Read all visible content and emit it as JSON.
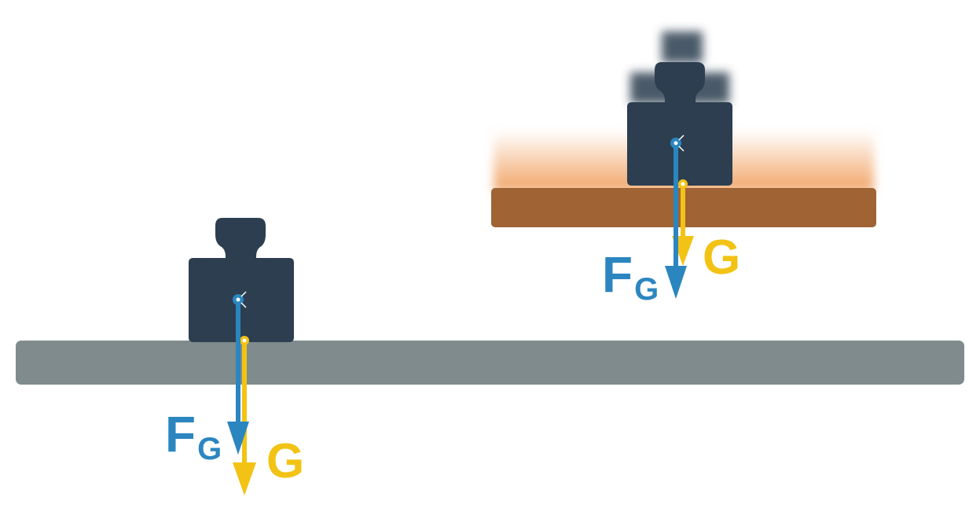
{
  "colors": {
    "background": "#ffffff",
    "ground": "#7f8b8c",
    "plate": "#a06334",
    "plate_glow": "#f0a060",
    "weight": "#2c3e50",
    "force_fg": "#2b86c0",
    "force_g": "#f2c314"
  },
  "scenes": {
    "left": {
      "fg_label": {
        "main": "F",
        "sub": "G"
      },
      "g_label": "G"
    },
    "right": {
      "fg_label": {
        "main": "F",
        "sub": "G"
      },
      "g_label": "G"
    }
  }
}
